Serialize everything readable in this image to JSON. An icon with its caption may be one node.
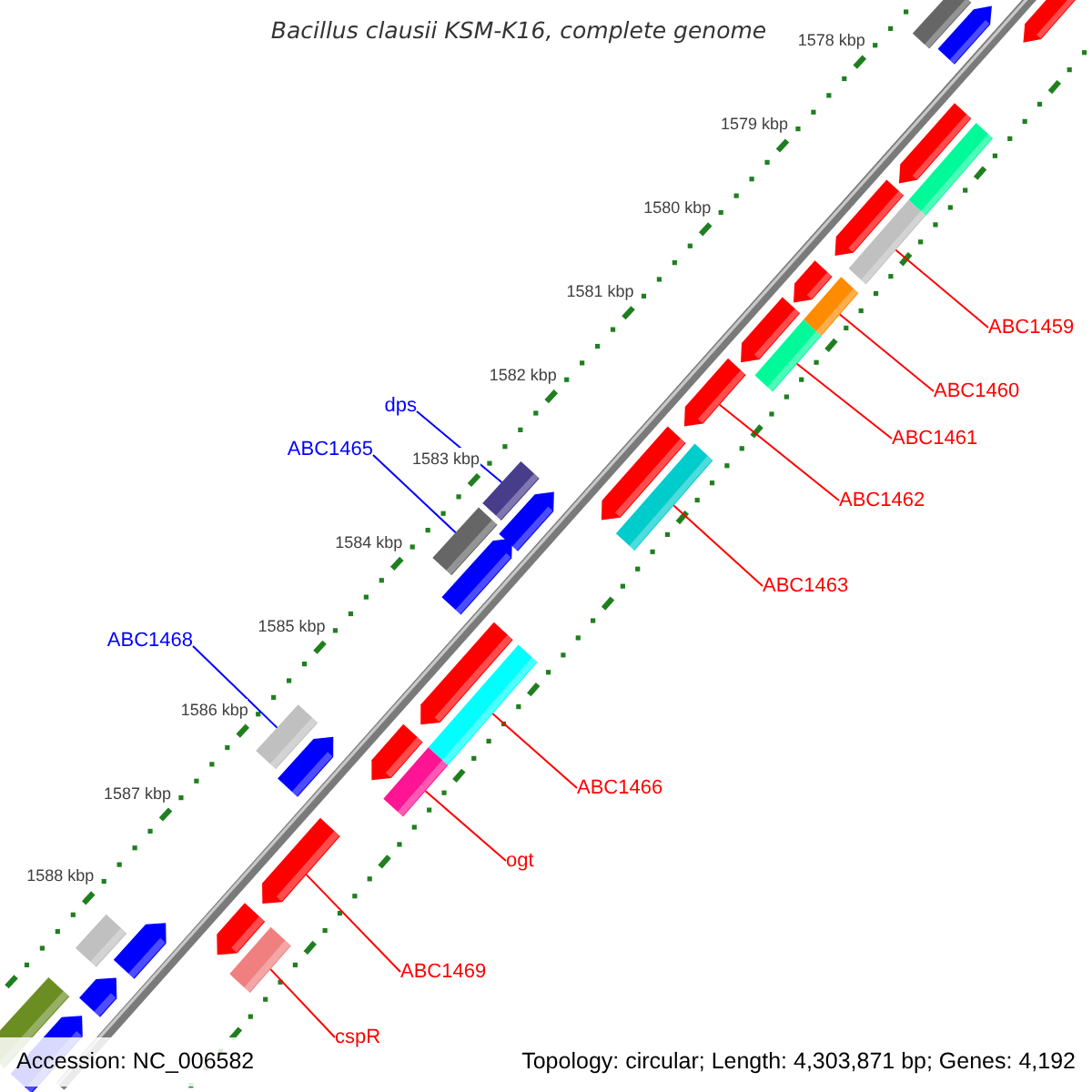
{
  "diagram": {
    "title": "Bacillus clausii KSM-K16, complete genome",
    "nodes": [
      {
        "text": [
          "ABC1459"
        ]
      },
      {
        "text": [
          "ABC1460"
        ]
      },
      {
        "text": [
          "ABC1461"
        ]
      },
      {
        "text": [
          "dps"
        ]
      },
      {
        "text": [
          "ABC1465"
        ]
      },
      {
        "text": [
          "ABC1462"
        ]
      },
      {
        "text": [
          "ABC1463"
        ]
      },
      {
        "text": [
          "ABC1468"
        ]
      },
      {
        "text": [
          "ABC1466"
        ]
      },
      {
        "text": [
          "ogt"
        ]
      },
      {
        "text": [
          "ABC1469"
        ]
      },
      {
        "text": [
          "cspR"
        ]
      },
      {
        "text": [],
        "shape": "arrow"
      },
      {
        "text": [],
        "shape": "arrow"
      },
      {
        "text": [],
        "shape": "box"
      },
      {
        "text": [],
        "shape": "arrow"
      },
      {
        "text": [],
        "shape": "box"
      },
      {
        "text": [],
        "shape": "arrow"
      },
      {
        "text": [],
        "shape": "box"
      },
      {
        "text": [],
        "shape": "box"
      },
      {
        "text": [],
        "shape": "arrow"
      },
      {
        "text": [],
        "shape": "arrow"
      },
      {
        "text": [],
        "shape": "box"
      },
      {
        "text": [],
        "shape": "arrow"
      },
      {
        "text": [],
        "shape": "box"
      },
      {
        "text": [],
        "shape": "arrow"
      },
      {
        "text": [],
        "shape": "box"
      },
      {
        "text": [],
        "shape": "arrow"
      },
      {
        "text": [],
        "shape": "box"
      },
      {
        "text": [],
        "shape": "arrow"
      },
      {
        "text": [],
        "shape": "arrow"
      },
      {
        "text": [],
        "shape": "box"
      },
      {
        "text": [],
        "shape": "arrow"
      },
      {
        "text": [],
        "shape": "box"
      },
      {
        "text": [],
        "shape": "box"
      },
      {
        "text": [],
        "shape": "arrow"
      },
      {
        "text": [],
        "shape": "arrow"
      },
      {
        "text": [],
        "shape": "arrow"
      },
      {
        "text": [],
        "shape": "box"
      },
      {
        "text": [],
        "shape": "arrow"
      },
      {
        "text": [],
        "shape": "box"
      },
      {
        "text": [],
        "shape": "arrow"
      },
      {
        "text": [],
        "shape": "box"
      },
      {
        "text": [],
        "shape": "arrow"
      }
    ],
    "edges": [
      {
        "from": 0,
        "to": 18,
        "arrow": "none"
      },
      {
        "from": 1,
        "to": 19,
        "arrow": "none"
      },
      {
        "from": 2,
        "to": 22,
        "arrow": "none"
      },
      {
        "from": 3,
        "to": 26,
        "arrow": "none",
        "color": "#0000ff"
      },
      {
        "from": 4,
        "to": 28,
        "arrow": "none",
        "color": "#0000ff"
      },
      {
        "from": 5,
        "to": 23,
        "arrow": "none"
      },
      {
        "from": 6,
        "to": 24,
        "arrow": "none"
      },
      {
        "from": 7,
        "to": 34,
        "arrow": "none",
        "color": "#0000ff"
      },
      {
        "from": 8,
        "to": 31,
        "arrow": "none"
      },
      {
        "from": 9,
        "to": 33,
        "arrow": "none"
      },
      {
        "from": 10,
        "to": 36,
        "arrow": "none"
      },
      {
        "from": 11,
        "to": 38,
        "arrow": "none"
      }
    ],
    "labels": [
      "1578 kbp",
      "1579 kbp",
      "1580 kbp",
      "1581 kbp",
      "1582 kbp",
      "1583 kbp",
      "1584 kbp",
      "1585 kbp",
      "1586 kbp",
      "1587 kbp",
      "1588 kbp",
      "Accession: NC_006582",
      "Topology: circular; Length: 4,303,871 bp; Genes: 4,192"
    ]
  }
}
